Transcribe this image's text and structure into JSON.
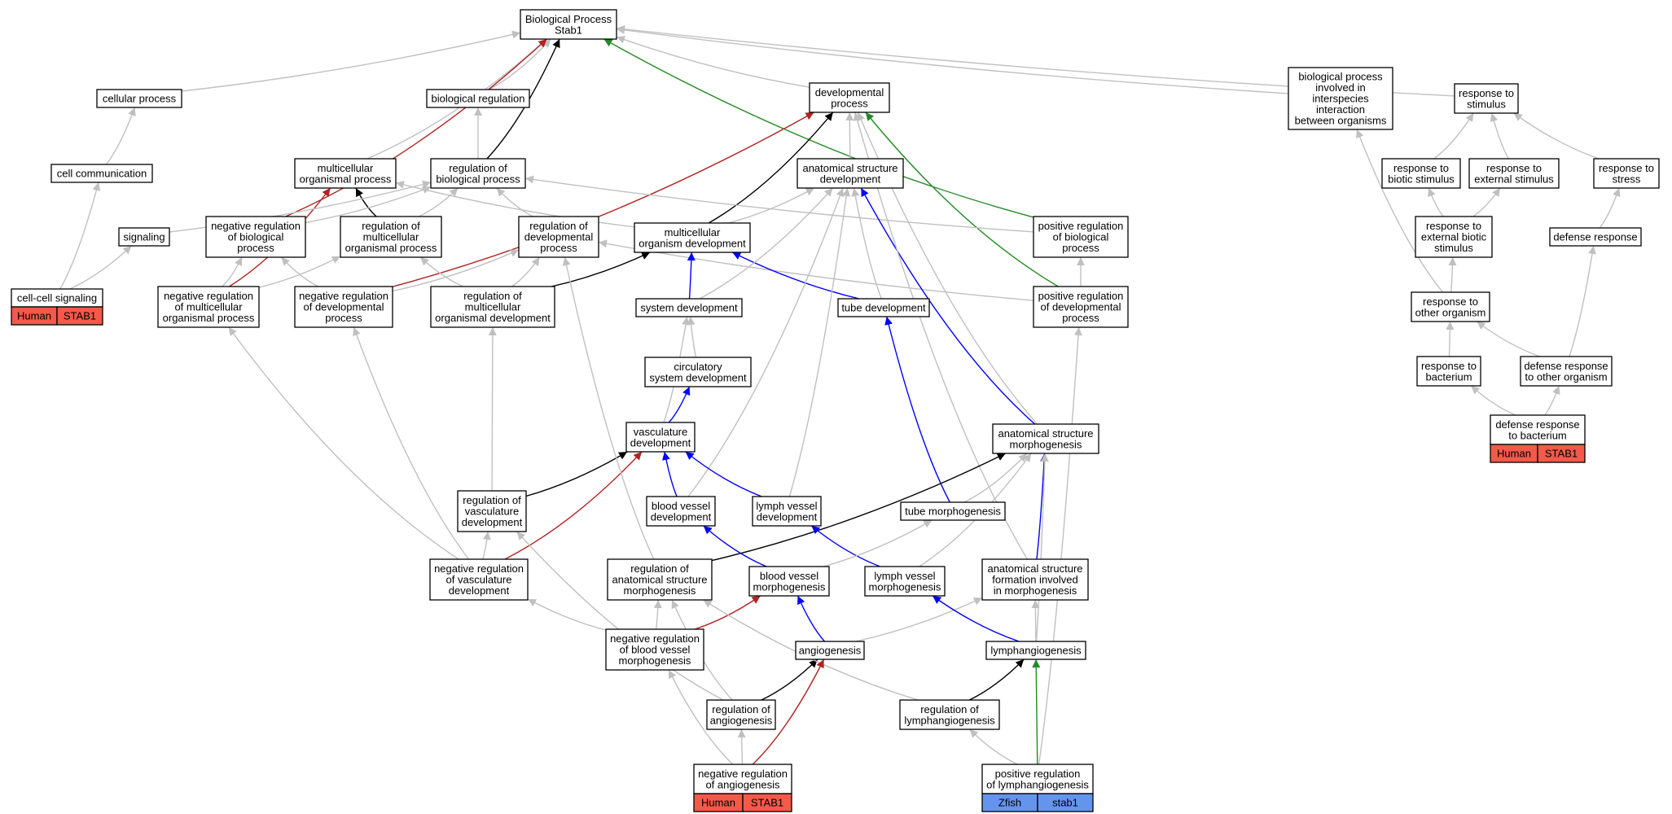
{
  "colors": {
    "gray": "#c0c0c0",
    "black": "#000000",
    "red": "#b22222",
    "blue": "#0000ff",
    "green": "#228b22",
    "human_tag": "#f4594a",
    "zfish_tag": "#6495ed"
  },
  "nodes": {
    "bp": [
      "Biological Process",
      "Stab1"
    ],
    "cellproc": [
      "cellular process"
    ],
    "bioreg": [
      "biological regulation"
    ],
    "devproc": [
      "developmental",
      "process"
    ],
    "bpinter": [
      "biological process",
      "involved in",
      "interspecies",
      "interaction",
      "between organisms"
    ],
    "respstim": [
      "response to",
      "stimulus"
    ],
    "cellcomm": [
      "cell communication"
    ],
    "multiorg": [
      "multicellular",
      "organismal process"
    ],
    "regbio": [
      "regulation of",
      "biological process"
    ],
    "anatdev": [
      "anatomical structure",
      "development"
    ],
    "respbiotic": [
      "response to",
      "biotic stimulus"
    ],
    "respext": [
      "response to",
      "external stimulus"
    ],
    "respstress": [
      "response to",
      "stress"
    ],
    "signaling": [
      "signaling"
    ],
    "negregbio": [
      "negative regulation",
      "of biological",
      "process"
    ],
    "regmultiorg": [
      "regulation of",
      "multicellular",
      "organismal process"
    ],
    "regdev": [
      "regulation of",
      "developmental",
      "process"
    ],
    "multidev": [
      "multicellular",
      "organism development"
    ],
    "posregbio": [
      "positive regulation",
      "of biological",
      "process"
    ],
    "respextbio": [
      "response to",
      "external biotic",
      "stimulus"
    ],
    "defresp": [
      "defense response"
    ],
    "cellsig": [
      "cell-cell signaling"
    ],
    "negregmulti": [
      "negative regulation",
      "of multicellular",
      "organismal process"
    ],
    "negregdev": [
      "negative regulation",
      "of developmental",
      "process"
    ],
    "regmultidev": [
      "regulation of",
      "multicellular",
      "organismal development"
    ],
    "sysdev": [
      "system development"
    ],
    "tubedev": [
      "tube development"
    ],
    "posregdev": [
      "positive regulation",
      "of developmental",
      "process"
    ],
    "respother": [
      "response to",
      "other organism"
    ],
    "circdev": [
      "circulatory",
      "system development"
    ],
    "respbact": [
      "response to",
      "bacterium"
    ],
    "defother": [
      "defense response",
      "to other organism"
    ],
    "vascdev": [
      "vasculature",
      "development"
    ],
    "anatmorph": [
      "anatomical structure",
      "morphogenesis"
    ],
    "defbact": [
      "defense response",
      "to bacterium"
    ],
    "regvasc": [
      "regulation of",
      "vasculature",
      "development"
    ],
    "bvdev": [
      "blood vessel",
      "development"
    ],
    "lvdev": [
      "lymph vessel",
      "development"
    ],
    "tubemorph": [
      "tube morphogenesis"
    ],
    "negregvasc": [
      "negative regulation",
      "of vasculature",
      "development"
    ],
    "reganatmorph": [
      "regulation of",
      "anatomical structure",
      "morphogenesis"
    ],
    "bvmorph": [
      "blood vessel",
      "morphogenesis"
    ],
    "lvmorph": [
      "lymph vessel",
      "morphogenesis"
    ],
    "anatform": [
      "anatomical structure",
      "formation involved",
      "in morphogenesis"
    ],
    "negregbv": [
      "negative regulation",
      "of blood vessel",
      "morphogenesis"
    ],
    "angio": [
      "angiogenesis"
    ],
    "lymphangio": [
      "lymphangiogenesis"
    ],
    "regangio": [
      "regulation of",
      "angiogenesis"
    ],
    "reglymph": [
      "regulation of",
      "lymphangiogenesis"
    ],
    "negregangio": [
      "negative regulation",
      "of angiogenesis"
    ],
    "posreglymph": [
      "positive regulation",
      "of lymphangiogenesis"
    ]
  },
  "annotations": {
    "cellsig": [
      "Human",
      "STAB1"
    ],
    "defbact": [
      "Human",
      "STAB1"
    ],
    "negregangio": [
      "Human",
      "STAB1"
    ],
    "posreglymph": [
      "Zfish",
      "stab1"
    ]
  },
  "edges": [
    [
      "cellproc",
      "bp",
      "gray"
    ],
    [
      "bioreg",
      "bp",
      "gray"
    ],
    [
      "devproc",
      "bp",
      "gray"
    ],
    [
      "bpinter",
      "bp",
      "gray"
    ],
    [
      "respstim",
      "bp",
      "gray"
    ],
    [
      "multiorg",
      "bp",
      "gray"
    ],
    [
      "regbio",
      "bp",
      "black"
    ],
    [
      "negregbio",
      "bp",
      "red"
    ],
    [
      "posregbio",
      "bp",
      "green"
    ],
    [
      "cellcomm",
      "cellproc",
      "gray"
    ],
    [
      "regbio",
      "bioreg",
      "gray"
    ],
    [
      "anatdev",
      "devproc",
      "gray"
    ],
    [
      "multidev",
      "devproc",
      "black"
    ],
    [
      "negregdev",
      "devproc",
      "red"
    ],
    [
      "posregdev",
      "devproc",
      "green"
    ],
    [
      "respbiotic",
      "respstim",
      "gray"
    ],
    [
      "respext",
      "respstim",
      "gray"
    ],
    [
      "respstress",
      "respstim",
      "gray"
    ],
    [
      "cellsig",
      "cellcomm",
      "gray"
    ],
    [
      "cellsig",
      "signaling",
      "gray"
    ],
    [
      "negregmulti",
      "multiorg",
      "red"
    ],
    [
      "regmultiorg",
      "multiorg",
      "black"
    ],
    [
      "multidev",
      "multiorg",
      "gray"
    ],
    [
      "negregbio",
      "regbio",
      "gray"
    ],
    [
      "regmultiorg",
      "regbio",
      "gray"
    ],
    [
      "regdev",
      "regbio",
      "gray"
    ],
    [
      "posregbio",
      "regbio",
      "gray"
    ],
    [
      "signaling",
      "regbio",
      "gray"
    ],
    [
      "negregmulti",
      "negregbio",
      "gray"
    ],
    [
      "negregdev",
      "negregbio",
      "gray"
    ],
    [
      "negregmulti",
      "regmultiorg",
      "gray"
    ],
    [
      "regmultidev",
      "regmultiorg",
      "gray"
    ],
    [
      "negregdev",
      "regdev",
      "gray"
    ],
    [
      "regmultidev",
      "regdev",
      "gray"
    ],
    [
      "posregdev",
      "regdev",
      "gray"
    ],
    [
      "regmultidev",
      "multidev",
      "black"
    ],
    [
      "sysdev",
      "multidev",
      "blue"
    ],
    [
      "tubedev",
      "multidev",
      "blue"
    ],
    [
      "multidev",
      "anatdev",
      "gray"
    ],
    [
      "sysdev",
      "anatdev",
      "gray"
    ],
    [
      "tubedev",
      "anatdev",
      "gray"
    ],
    [
      "anatmorph",
      "anatdev",
      "blue"
    ],
    [
      "bvdev",
      "anatdev",
      "gray"
    ],
    [
      "lvdev",
      "anatdev",
      "gray"
    ],
    [
      "posregdev",
      "posregbio",
      "gray"
    ],
    [
      "anatform",
      "devproc",
      "gray"
    ],
    [
      "anatmorph",
      "devproc",
      "gray"
    ],
    [
      "respextbio",
      "respbiotic",
      "gray"
    ],
    [
      "respextbio",
      "respext",
      "gray"
    ],
    [
      "respother",
      "respextbio",
      "gray"
    ],
    [
      "respother",
      "bpinter",
      "gray"
    ],
    [
      "defresp",
      "respstress",
      "gray"
    ],
    [
      "defother",
      "defresp",
      "gray"
    ],
    [
      "respbact",
      "respother",
      "gray"
    ],
    [
      "defother",
      "respother",
      "gray"
    ],
    [
      "defbact",
      "respbact",
      "gray"
    ],
    [
      "defbact",
      "defother",
      "gray"
    ],
    [
      "circdev",
      "sysdev",
      "gray"
    ],
    [
      "vascdev",
      "circdev",
      "blue"
    ],
    [
      "vascdev",
      "sysdev",
      "gray"
    ],
    [
      "bvdev",
      "vascdev",
      "blue"
    ],
    [
      "lvdev",
      "vascdev",
      "blue"
    ],
    [
      "regvasc",
      "vascdev",
      "black"
    ],
    [
      "negregvasc",
      "vascdev",
      "red"
    ],
    [
      "regvasc",
      "regmultidev",
      "gray"
    ],
    [
      "negregvasc",
      "regvasc",
      "gray"
    ],
    [
      "negregvasc",
      "negregmulti",
      "gray"
    ],
    [
      "negregvasc",
      "negregdev",
      "gray"
    ],
    [
      "tubemorph",
      "tubedev",
      "blue"
    ],
    [
      "tubemorph",
      "anatmorph",
      "gray"
    ],
    [
      "reganatmorph",
      "anatmorph",
      "black"
    ],
    [
      "reganatmorph",
      "regdev",
      "gray"
    ],
    [
      "bvmorph",
      "bvdev",
      "blue"
    ],
    [
      "lvmorph",
      "lvdev",
      "blue"
    ],
    [
      "bvmorph",
      "tubemorph",
      "gray"
    ],
    [
      "lvmorph",
      "anatmorph",
      "gray"
    ],
    [
      "anatform",
      "anatmorph",
      "blue"
    ],
    [
      "negregbv",
      "reganatmorph",
      "gray"
    ],
    [
      "negregbv",
      "negregvasc",
      "gray"
    ],
    [
      "negregbv",
      "bvmorph",
      "red"
    ],
    [
      "angio",
      "bvmorph",
      "blue"
    ],
    [
      "angio",
      "anatform",
      "gray"
    ],
    [
      "lymphangio",
      "lvmorph",
      "blue"
    ],
    [
      "lymphangio",
      "anatform",
      "gray"
    ],
    [
      "lymphangio",
      "anatmorph",
      "gray"
    ],
    [
      "regangio",
      "angio",
      "black"
    ],
    [
      "regangio",
      "reganatmorph",
      "gray"
    ],
    [
      "regangio",
      "regvasc",
      "gray"
    ],
    [
      "reglymph",
      "lymphangio",
      "black"
    ],
    [
      "reglymph",
      "reganatmorph",
      "gray"
    ],
    [
      "negregangio",
      "regangio",
      "gray"
    ],
    [
      "negregangio",
      "negregbv",
      "gray"
    ],
    [
      "negregangio",
      "angio",
      "red"
    ],
    [
      "posreglymph",
      "lymphangio",
      "green"
    ],
    [
      "posreglymph",
      "reglymph",
      "gray"
    ],
    [
      "posreglymph",
      "posregdev",
      "gray"
    ]
  ]
}
